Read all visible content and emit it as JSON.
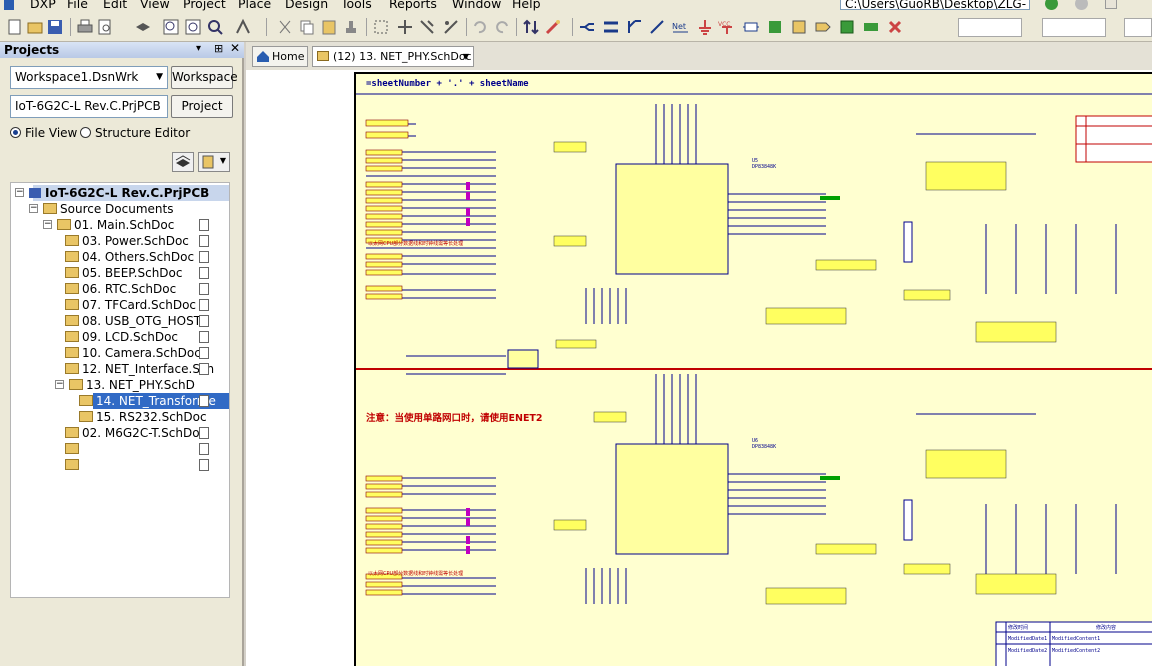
{
  "menu": {
    "items": [
      "DXP",
      "File",
      "Edit",
      "View",
      "Project",
      "Place",
      "Design",
      "Tools",
      "Reports",
      "Window",
      "Help"
    ]
  },
  "path": "C:\\Users\\GuoRB\\Desktop\\ZLG-",
  "panel": {
    "title": "Projects",
    "workspace_value": "Workspace1.DsnWrk",
    "workspace_button": "Workspace",
    "project_value": "IoT-6G2C-L Rev.C.PrjPCB",
    "project_button": "Project",
    "file_view": "File View",
    "structure_editor": "Structure Editor"
  },
  "tree": {
    "root": "IoT-6G2C-L Rev.C.PrjPCB",
    "source_folder": "Source Documents",
    "docs": [
      "01. Main.SchDoc",
      "03. Power.SchDoc",
      "04. Others.SchDoc",
      "05. BEEP.SchDoc",
      "06. RTC.SchDoc",
      "07. TFCard.SchDoc",
      "08. USB_OTG_HOST.",
      "09. LCD.SchDoc",
      "10. Camera.SchDoc",
      "12. NET_Interface.Sch",
      "13. NET_PHY.SchD",
      "14. NET_Transforme",
      "15. RS232.SchDoc",
      "02. M6G2C-T.SchDoc"
    ]
  },
  "tabs": {
    "home": "Home",
    "doc": "(12) 13. NET_PHY.SchDoc"
  },
  "schematic": {
    "title_expr": "=sheetNumber + '.' + sheetName",
    "note_cn": "注意：当使用单路网口时，请使用ENET2",
    "cpu_note_1": "以太网CPU部分数据线和时钟线需等长处理",
    "cpu_note_2": "以太网CPU部分数据线和时钟线需等长处理",
    "chip1_ref": "U5",
    "chip1_part": "DP83848K",
    "chip2_ref": "U6",
    "chip2_part": "DP83848K",
    "rev_header_1": "修改时间",
    "rev_header_2": "修改内容",
    "rev_row1_a": "ModifiedDate1",
    "rev_row1_b": "ModifiedContent1",
    "rev_row2_a": "ModifiedDate2",
    "rev_row2_b": "ModifiedContent2"
  },
  "colors": {
    "wire": "#00008b",
    "highlight_net": "#c00000",
    "sheet_bg": "#ffffd0",
    "accent": "#2a5db0"
  }
}
